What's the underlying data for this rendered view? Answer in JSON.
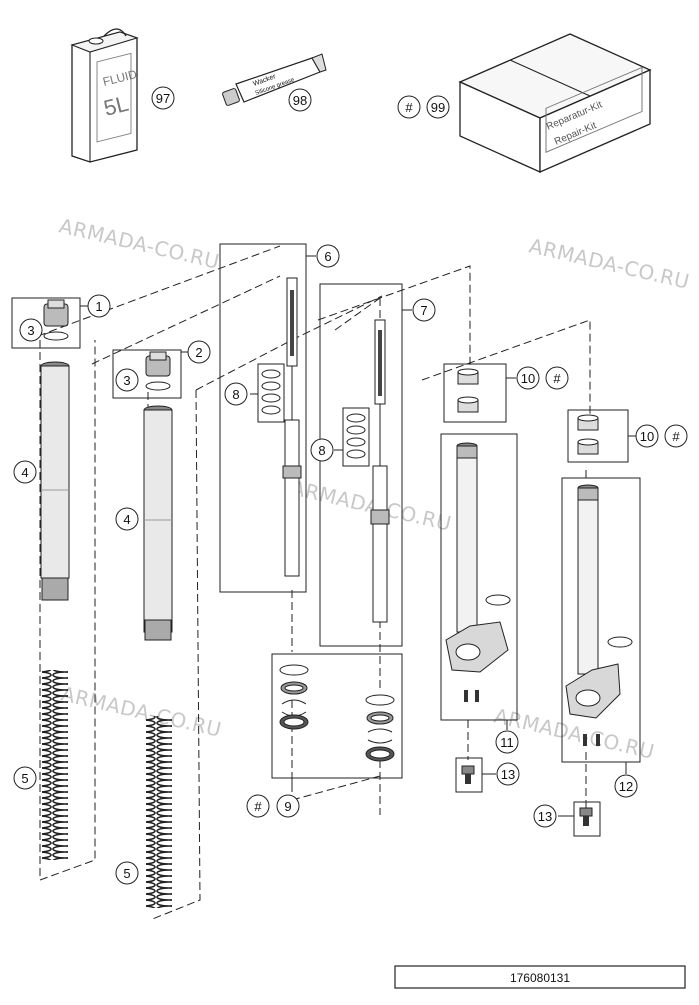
{
  "watermark": "ARMADA-CO.RU",
  "diagram_number": "176080131",
  "fluid_can": {
    "line1": "FLUID",
    "line2": "5L"
  },
  "tube_label": {
    "line1": "Wacker",
    "line2": "Silicone grease"
  },
  "repair_box": {
    "line1": "Reparatur-Kit",
    "line2": "Repair-Kit"
  },
  "hash_symbol": "#",
  "callouts": {
    "c1": "1",
    "c2": "2",
    "c3a": "3",
    "c3b": "3",
    "c4a": "4",
    "c4b": "4",
    "c5a": "5",
    "c5b": "5",
    "c6": "6",
    "c7": "7",
    "c8a": "8",
    "c8b": "8",
    "c9": "9",
    "c10a": "10",
    "c10b": "10",
    "c11": "11",
    "c12": "12",
    "c13a": "13",
    "c13b": "13",
    "c97": "97",
    "c98": "98",
    "c99": "99"
  },
  "icons": {
    "oil_can": "oil-can-icon",
    "grease_tube": "grease-tube-icon",
    "kit_box": "repair-kit-box-icon"
  }
}
